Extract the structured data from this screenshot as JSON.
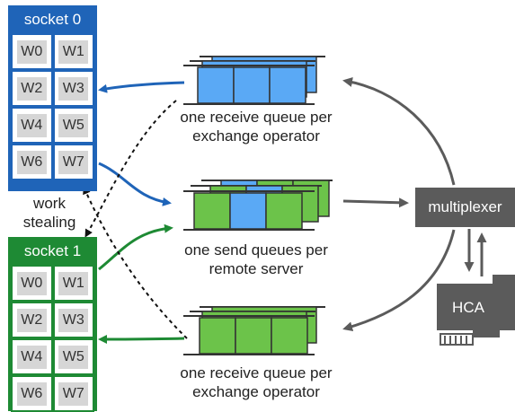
{
  "socket0": {
    "title": "socket 0",
    "workers": [
      "W0",
      "W1",
      "W2",
      "W3",
      "W4",
      "W5",
      "W6",
      "W7"
    ]
  },
  "socket1": {
    "title": "socket 1",
    "workers": [
      "W0",
      "W1",
      "W2",
      "W3",
      "W4",
      "W5",
      "W6",
      "W7"
    ]
  },
  "work_stealing_label": [
    "work",
    "stealing"
  ],
  "queues": {
    "top_label": [
      "one receive queue per",
      "exchange operator"
    ],
    "middle_label": [
      "one send queues per",
      "remote server"
    ],
    "bottom_label": [
      "one receive queue per",
      "exchange operator"
    ]
  },
  "multiplexer_label": "multiplexer",
  "hca_label": "HCA",
  "colors": {
    "blue": "#1f64b8",
    "green": "#1e8a34",
    "queue_blue": "#5aa9f5",
    "queue_green": "#6cc34a",
    "gray": "#5b5b5b"
  }
}
